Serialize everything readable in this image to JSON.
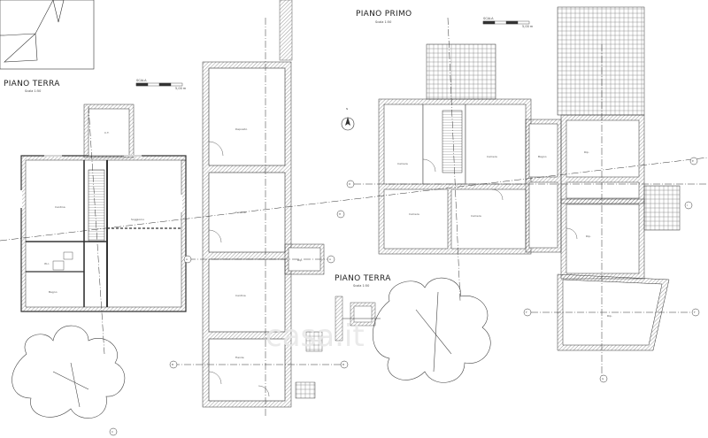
{
  "titles": {
    "ground_left": "PIANO TERRA",
    "ground_left_scale": "Scala 1:50",
    "first_floor": "PIANO PRIMO",
    "first_floor_scale": "Scala 1:50",
    "ground_right": "PIANO TERRA",
    "ground_right_scale": "Scala 1:50"
  },
  "scale_bars": {
    "left": "SCALA",
    "left_end": "5,00 m",
    "right": "SCALA",
    "right_end": "5,00 m"
  },
  "rooms": {
    "cantina": "Cantina",
    "soggiorno": "Soggiorno",
    "ct": "C.T.",
    "wc": "W.c.",
    "bagno": "Bagno",
    "deposito": "Deposito",
    "cantina2": "Cantina",
    "cantina3": "Cantina",
    "ripostiglio": "Rip.",
    "fienile": "Fienile",
    "camera1": "Camera",
    "camera2": "Camera",
    "camera3": "Camera",
    "camera4": "Camera",
    "bagno2": "Bagno",
    "rip2": "Rip.",
    "rip3": "Rip.",
    "rip4": "Rip."
  },
  "markers": {
    "a": "A",
    "b": "B",
    "c": "C",
    "d": "D",
    "e": "E",
    "f": "F",
    "g": "G",
    "h": "H",
    "i": "I",
    "north": "N"
  },
  "watermark": "casa.it",
  "colors": {
    "line": "#222222",
    "wall": "#444444",
    "hatch": "#555555",
    "axis": "#333333"
  }
}
